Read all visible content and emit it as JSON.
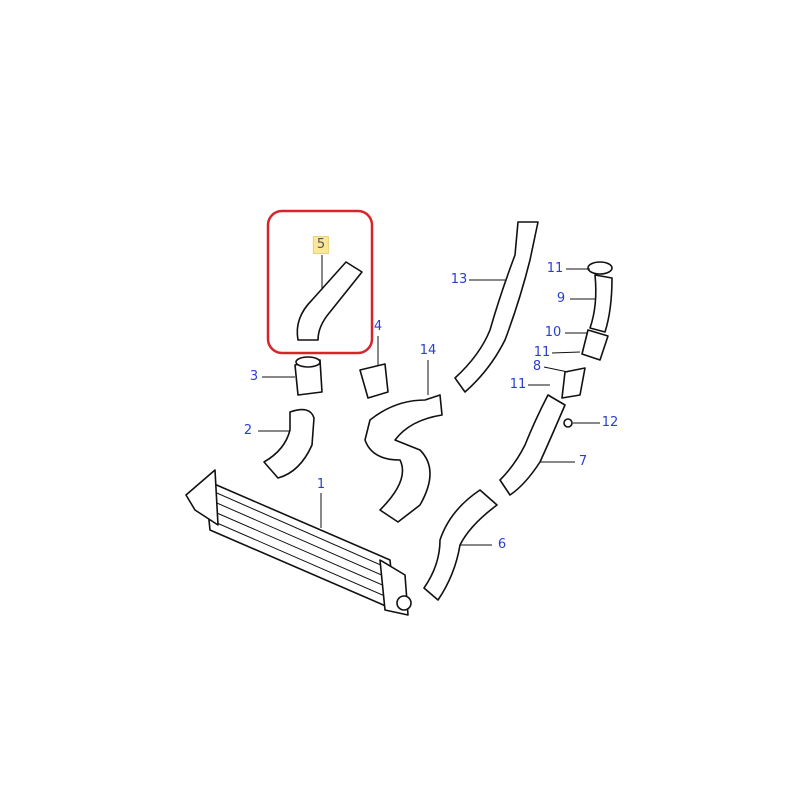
{
  "diagram": {
    "highlight_color": "#d9232a",
    "label_color": "#2a3fd0",
    "highlighted_label": "5",
    "labels": {
      "l1": "1",
      "l2": "2",
      "l3": "3",
      "l4": "4",
      "l5": "5",
      "l6": "6",
      "l7": "7",
      "l8": "8",
      "l9": "9",
      "l10": "10",
      "l11a": "11",
      "l11b": "11",
      "l11c": "11",
      "l12": "12",
      "l13": "13",
      "l14": "14"
    }
  }
}
